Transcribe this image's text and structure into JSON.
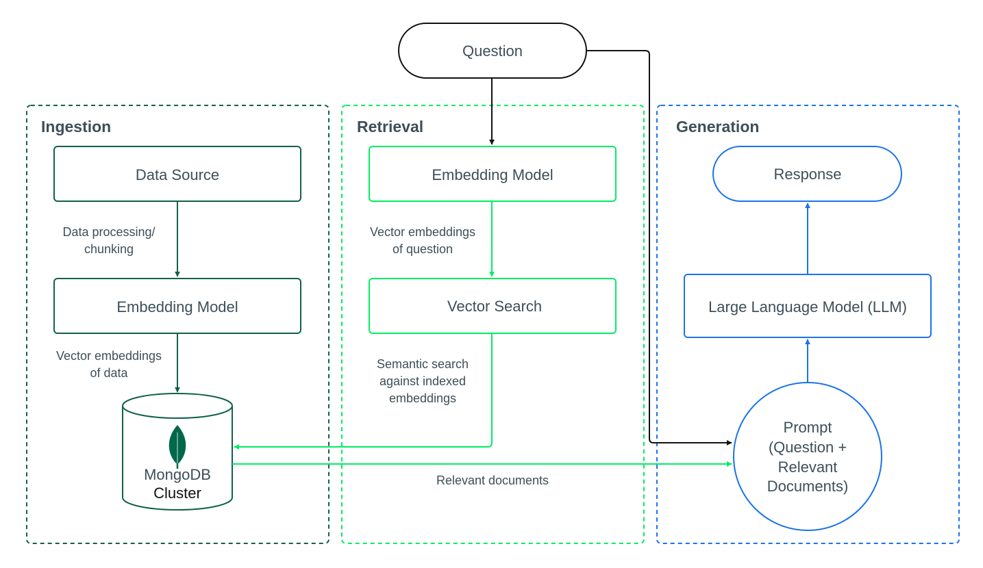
{
  "colors": {
    "ingestion": "#116149",
    "retrieval": "#00ed64",
    "generation": "#1a73e8",
    "black": "#111111",
    "text": "#3d4f58",
    "leaf": "#00684a"
  },
  "sections": {
    "ingestion": {
      "title": "Ingestion"
    },
    "retrieval": {
      "title": "Retrieval"
    },
    "generation": {
      "title": "Generation"
    }
  },
  "nodes": {
    "question": "Question",
    "data_source": "Data Source",
    "ingestion_embedding_model": "Embedding Model",
    "retrieval_embedding_model": "Embedding Model",
    "vector_search": "Vector Search",
    "response": "Response",
    "llm": "Large Language Model (LLM)",
    "prompt": {
      "line1": "Prompt",
      "line2": "(Question +",
      "line3": "Relevant",
      "line4": "Documents)"
    },
    "mongodb": {
      "line1": "MongoDB",
      "line2": "Cluster"
    }
  },
  "edge_labels": {
    "data_processing": {
      "line1": "Data processing/",
      "line2": "chunking"
    },
    "vector_embeddings_data": {
      "line1": "Vector embeddings",
      "line2": "of data"
    },
    "vector_embeddings_question": {
      "line1": "Vector embeddings",
      "line2": "of question"
    },
    "semantic_search": {
      "line1": "Semantic search",
      "line2": "against indexed",
      "line3": "embeddings"
    },
    "relevant_documents": "Relevant documents"
  }
}
